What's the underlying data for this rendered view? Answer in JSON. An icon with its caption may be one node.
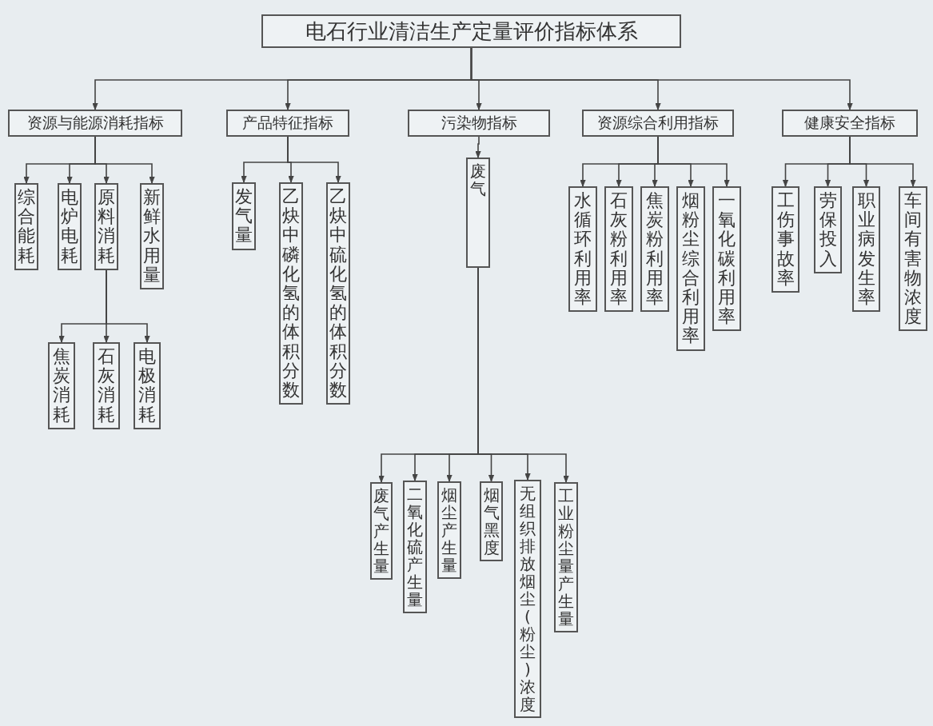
{
  "diagram": {
    "nodes": [
      {
        "text": [
          "电石行业清洁生产定量评价指标体系"
        ]
      },
      {
        "text": [
          "资源与能源消耗指标"
        ]
      },
      {
        "text": [
          "产品特征指标"
        ]
      },
      {
        "text": [
          "污染物指标"
        ]
      },
      {
        "text": [
          "资源综合利用指标"
        ]
      },
      {
        "text": [
          "健康安全指标"
        ]
      },
      {
        "text": [
          "综合能耗"
        ]
      },
      {
        "text": [
          "电炉电耗"
        ]
      },
      {
        "text": [
          "原料消耗"
        ]
      },
      {
        "text": [
          "新鲜水用量"
        ]
      },
      {
        "text": [
          "焦炭消耗"
        ]
      },
      {
        "text": [
          "石灰消耗"
        ]
      },
      {
        "text": [
          "电极消耗"
        ]
      },
      {
        "text": [
          "发气量"
        ]
      },
      {
        "text": [
          "乙炔中磷化氢的体积分数"
        ]
      },
      {
        "text": [
          "乙炔中硫化氢的体积分数"
        ]
      },
      {
        "text": [
          "废气"
        ]
      },
      {
        "text": [
          "废气产生量"
        ]
      },
      {
        "text": [
          "二氧化硫产生量"
        ]
      },
      {
        "text": [
          "烟尘产生量"
        ]
      },
      {
        "text": [
          "烟气黑度"
        ]
      },
      {
        "text": [
          "无组织排放烟尘(粉尘)浓度"
        ]
      },
      {
        "text": [
          "工业粉尘量产生量"
        ]
      },
      {
        "text": [
          "水循环利用率"
        ]
      },
      {
        "text": [
          "石灰粉利用率"
        ]
      },
      {
        "text": [
          "焦炭粉利用率"
        ]
      },
      {
        "text": [
          "烟粉尘综合利用率"
        ]
      },
      {
        "text": [
          "一氧化碳利用率"
        ]
      },
      {
        "text": [
          "工伤事故率"
        ]
      },
      {
        "text": [
          "劳保投入"
        ]
      },
      {
        "text": [
          "职业病发生率"
        ]
      },
      {
        "text": [
          "车间有害物浓度"
        ]
      }
    ],
    "edges": [
      {
        "from": 0,
        "to": 1,
        "arrow": "to"
      },
      {
        "from": 0,
        "to": 2,
        "arrow": "to"
      },
      {
        "from": 0,
        "to": 3,
        "arrow": "to"
      },
      {
        "from": 0,
        "to": 4,
        "arrow": "to"
      },
      {
        "from": 0,
        "to": 5,
        "arrow": "to"
      },
      {
        "from": 1,
        "to": 6,
        "arrow": "to"
      },
      {
        "from": 1,
        "to": 7,
        "arrow": "to"
      },
      {
        "from": 1,
        "to": 8,
        "arrow": "to"
      },
      {
        "from": 1,
        "to": 9,
        "arrow": "to"
      },
      {
        "from": 8,
        "to": 10,
        "arrow": "to"
      },
      {
        "from": 8,
        "to": 11,
        "arrow": "to"
      },
      {
        "from": 8,
        "to": 12,
        "arrow": "to"
      },
      {
        "from": 2,
        "to": 13,
        "arrow": "to"
      },
      {
        "from": 2,
        "to": 14,
        "arrow": "to"
      },
      {
        "from": 2,
        "to": 15,
        "arrow": "to"
      },
      {
        "from": 3,
        "to": 16,
        "arrow": "to"
      },
      {
        "from": 16,
        "to": 17,
        "arrow": "to"
      },
      {
        "from": 16,
        "to": 18,
        "arrow": "to"
      },
      {
        "from": 16,
        "to": 19,
        "arrow": "to"
      },
      {
        "from": 16,
        "to": 20,
        "arrow": "to"
      },
      {
        "from": 16,
        "to": 21,
        "arrow": "to"
      },
      {
        "from": 16,
        "to": 22,
        "arrow": "to"
      },
      {
        "from": 4,
        "to": 23,
        "arrow": "to"
      },
      {
        "from": 4,
        "to": 24,
        "arrow": "to"
      },
      {
        "from": 4,
        "to": 25,
        "arrow": "to"
      },
      {
        "from": 4,
        "to": 26,
        "arrow": "to"
      },
      {
        "from": 4,
        "to": 27,
        "arrow": "to"
      },
      {
        "from": 5,
        "to": 28,
        "arrow": "to"
      },
      {
        "from": 5,
        "to": 29,
        "arrow": "to"
      },
      {
        "from": 5,
        "to": 30,
        "arrow": "to"
      },
      {
        "from": 5,
        "to": 31,
        "arrow": "to"
      }
    ]
  }
}
